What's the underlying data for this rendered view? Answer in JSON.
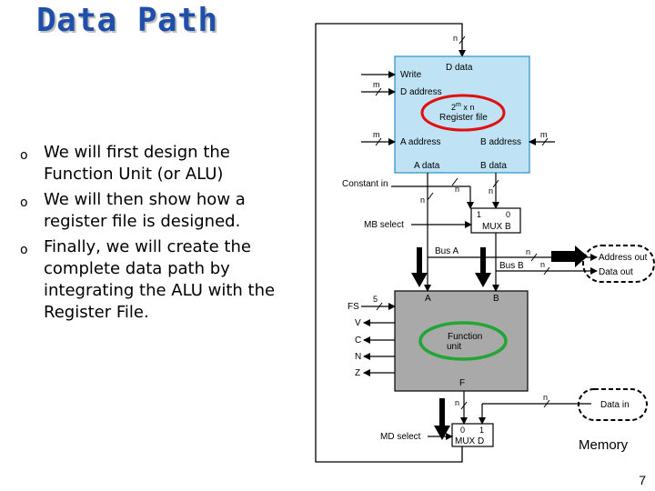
{
  "title": "Data Path",
  "bullets": [
    "We will first design the Function Unit (or ALU)",
    "We will then show how a register file is designed.",
    "Finally, we will create the complete data path by integrating the ALU with the Register File."
  ],
  "bullet_glyph": "o",
  "page_number": "7",
  "diagram": {
    "register_file": {
      "write": "Write",
      "d_data": "D data",
      "d_address": "D address",
      "size_base": "2",
      "size_exp": "m",
      "size_rest": " x n",
      "name": "Register file",
      "a_address": "A address",
      "b_address": "B address",
      "a_data": "A data",
      "b_data": "B data"
    },
    "bus_widths": {
      "n": "n",
      "m": "m",
      "fs": "5"
    },
    "constant_in": "Constant in",
    "mb_select": "MB select",
    "mux_b": {
      "name": "MUX B",
      "in1": "1",
      "in0": "0"
    },
    "bus_a": "Bus A",
    "bus_b": "Bus B",
    "address_out": "Address out",
    "data_out": "Data out",
    "function_unit": {
      "in_a": "A",
      "in_b": "B",
      "name_line1": "Function",
      "name_line2": "unit",
      "out_f": "F"
    },
    "fs": "FS",
    "flags": [
      "V",
      "C",
      "N",
      "Z"
    ],
    "data_in": "Data in",
    "md_select": "MD select",
    "mux_d": {
      "name": "MUX D",
      "in0": "0",
      "in1": "1"
    },
    "memory": "Memory",
    "colors": {
      "title": "#1f4fa8",
      "reg_fill": "#bfe3f4",
      "reg_stroke": "#2a8fc8",
      "fu_fill": "#a9a9a9",
      "highlight": "#e01010",
      "green": "#22a535"
    }
  }
}
